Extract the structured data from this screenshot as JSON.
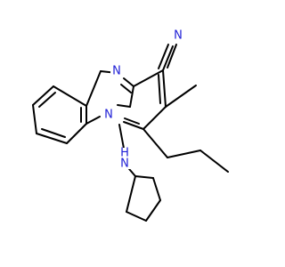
{
  "molecule": {
    "atoms": {
      "nitrile_n": "N",
      "imidazole_n": "N",
      "bridgehead_n": "N",
      "amine_n": "N",
      "amine_h": "H"
    },
    "colors": {
      "nitrogen": "#1f1fd6",
      "bond": "#000000",
      "background": "#ffffff"
    }
  }
}
